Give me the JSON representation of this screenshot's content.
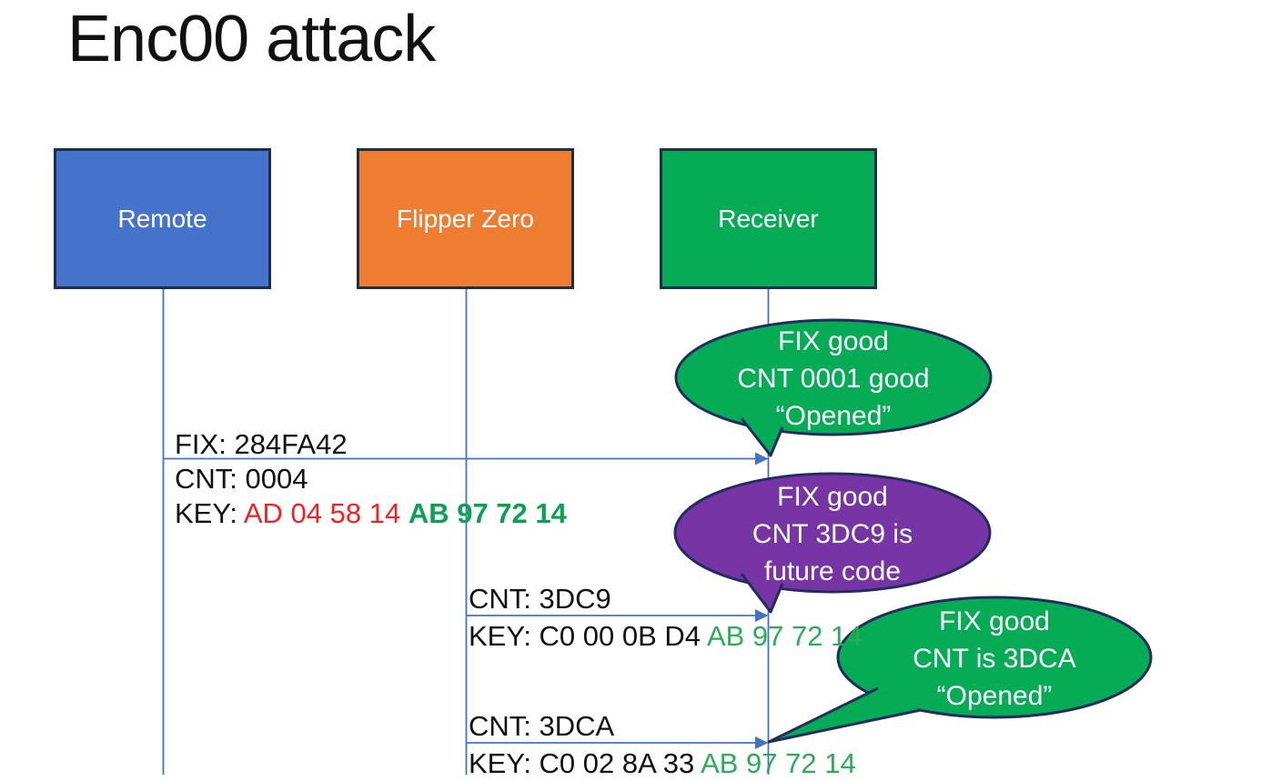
{
  "title": "Enc00 attack",
  "actors": {
    "remote": {
      "label": "Remote",
      "fill": "#4573CB"
    },
    "flipper": {
      "label": "Flipper Zero",
      "fill": "#EE7D31"
    },
    "receiver": {
      "label": "Receiver",
      "fill": "#05AB55"
    }
  },
  "messages": {
    "m1": {
      "fix": "FIX: 284FA42",
      "cnt": "CNT: 0004",
      "key_label": "KEY: ",
      "key_red": "AD 04 58 14 ",
      "key_green": "AB 97 72 14"
    },
    "m2": {
      "cnt": "CNT: 3DC9",
      "key_black": "KEY: C0 00 0B D4 ",
      "key_green": "AB 97 72 14"
    },
    "m3": {
      "cnt": "CNT: 3DCA",
      "key_black": "KEY: C0 02 8A 33 ",
      "key_green": "AB 97 72 14"
    }
  },
  "callouts": {
    "c1": {
      "line1": "FIX good",
      "line2": "CNT 0001 good",
      "line3": "“Opened”",
      "fill": "#05AB55"
    },
    "c2": {
      "line1": "FIX good",
      "line2": "CNT 3DC9 is",
      "line3": "future code",
      "fill": "#7634A4"
    },
    "c3": {
      "line1": "FIX good",
      "line2": "CNT is 3DCA",
      "line3": "“Opened”",
      "fill": "#05AB55"
    }
  },
  "colors": {
    "actor_blue": "#4573CB",
    "actor_orange": "#EE7D31",
    "green": "#05AB55",
    "purple": "#7634A4",
    "connector_blue": "#4472C4",
    "key_red_text": "#F22222",
    "key_green_text": "#2BAD58",
    "key_green_bold_text": "#0AA150",
    "shape_outline": "#232C60",
    "box_outline": "#1C2E49"
  }
}
